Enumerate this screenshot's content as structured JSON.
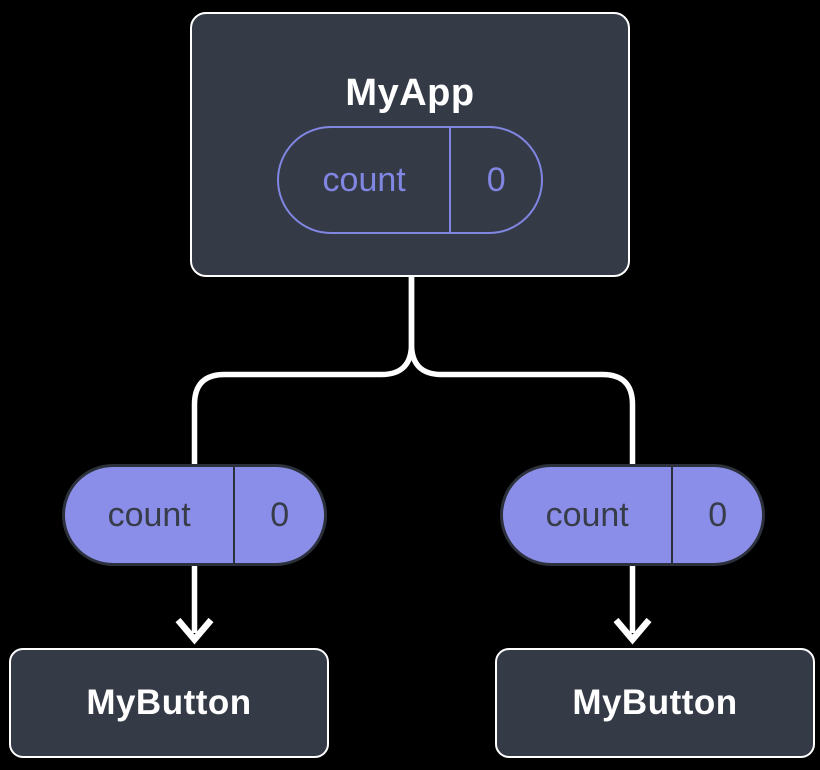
{
  "diagram": {
    "root": {
      "title": "MyApp",
      "state": {
        "name": "count",
        "value": "0"
      }
    },
    "props": [
      {
        "name": "count",
        "value": "0"
      },
      {
        "name": "count",
        "value": "0"
      }
    ],
    "children": [
      {
        "title": "MyButton"
      },
      {
        "title": "MyButton"
      }
    ]
  },
  "colors": {
    "background": "#000000",
    "node_fill": "#343A46",
    "node_border": "#FFFFFF",
    "node_text": "#FFFFFF",
    "pill_fill": "#8B8EE8",
    "pill_border": "#2B303A",
    "pill_text": "#363D49",
    "state_accent": "#8186E3",
    "connector": "#FFFFFF"
  }
}
